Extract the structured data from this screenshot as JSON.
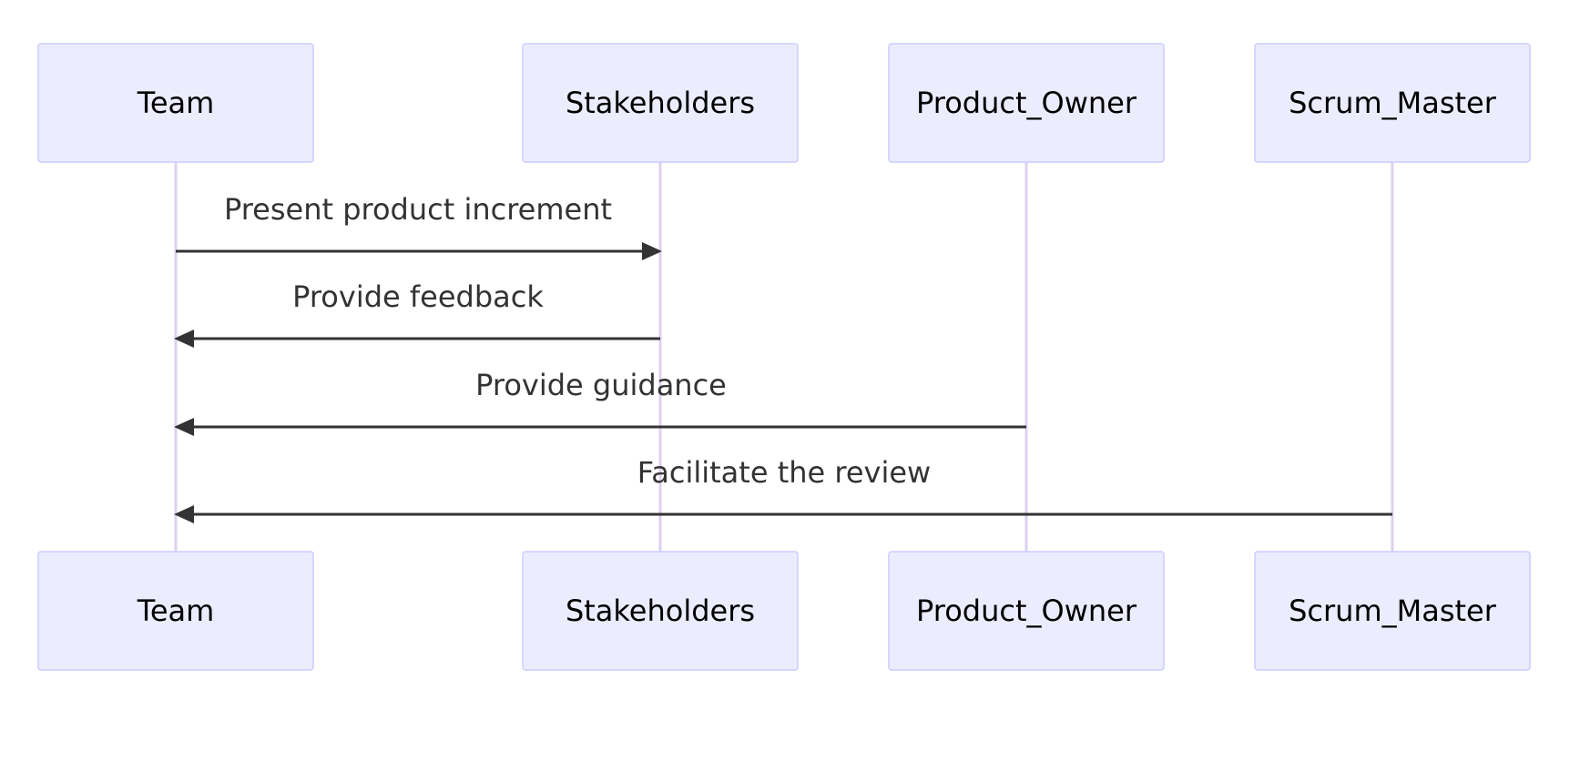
{
  "diagram": {
    "type": "sequence",
    "colors": {
      "actor_fill": "#ECECFF",
      "actor_border": "#CCCCFF",
      "lifeline": "#DDD0F2",
      "message": "#333333"
    },
    "participants": [
      {
        "id": "team",
        "label": "Team"
      },
      {
        "id": "stakeholders",
        "label": "Stakeholders"
      },
      {
        "id": "product_owner",
        "label": "Product_Owner"
      },
      {
        "id": "scrum_master",
        "label": "Scrum_Master"
      }
    ],
    "messages": [
      {
        "from": "team",
        "to": "stakeholders",
        "label": "Present product increment"
      },
      {
        "from": "stakeholders",
        "to": "team",
        "label": "Provide feedback"
      },
      {
        "from": "product_owner",
        "to": "team",
        "label": "Provide guidance"
      },
      {
        "from": "scrum_master",
        "to": "team",
        "label": "Facilitate the review"
      }
    ]
  }
}
